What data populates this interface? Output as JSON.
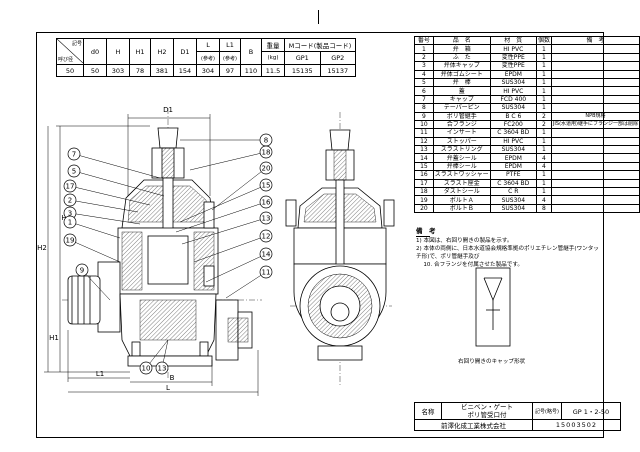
{
  "dimension_table": {
    "corner_top": "記号",
    "corner_bottom": "呼び径",
    "columns": [
      "d0",
      "H",
      "H1",
      "H2",
      "D1",
      "L",
      "L1",
      "B",
      "重量",
      "Mコード(製品コード)"
    ],
    "col_sub": {
      "L": "(参考)",
      "L1": "(参考)",
      "weight_unit": "(kg)"
    },
    "mcode_subcols": [
      "GP1",
      "GP2"
    ],
    "row": [
      "50",
      "50",
      "303",
      "78",
      "381",
      "154",
      "304",
      "97",
      "110",
      "11.5",
      "15135",
      "15137"
    ]
  },
  "parts_table": {
    "headers": [
      "番号",
      "品　名",
      "材　質",
      "個数",
      "備　考"
    ],
    "rows": [
      [
        "1",
        "弁　箱",
        "HI PVC",
        "1",
        ""
      ],
      [
        "2",
        "ふ　た",
        "変性PPE",
        "1",
        ""
      ],
      [
        "3",
        "弁体キャップ",
        "変性PPE",
        "1",
        ""
      ],
      [
        "4",
        "弁体ゴムシート",
        "EPDM",
        "1",
        ""
      ],
      [
        "5",
        "弁　棒",
        "SUS304",
        "1",
        ""
      ],
      [
        "6",
        "蓋",
        "HI PVC",
        "1",
        ""
      ],
      [
        "7",
        "キャップ",
        "FCD 400",
        "1",
        ""
      ],
      [
        "8",
        "テーパーピン",
        "SUS304",
        "1",
        ""
      ],
      [
        "9",
        "ポリ管継手",
        "B C 6",
        "2",
        "NPB規格"
      ],
      [
        "10",
        "合フランジ",
        "FC200",
        "2",
        "JIS(水道用)継手にフランジ一部は削除"
      ],
      [
        "11",
        "インサート",
        "C 3604 BD",
        "1",
        ""
      ],
      [
        "12",
        "ストッパー",
        "HI PVC",
        "1",
        ""
      ],
      [
        "13",
        "スラストリング",
        "SUS304",
        "1",
        ""
      ],
      [
        "14",
        "弁蓋シール",
        "EPDM",
        "4",
        ""
      ],
      [
        "15",
        "弁棒シール",
        "EPDM",
        "4",
        ""
      ],
      [
        "16",
        "スラストワッシャー",
        "PTFE",
        "1",
        ""
      ],
      [
        "17",
        "スラスト座金",
        "C 3604 BD",
        "1",
        ""
      ],
      [
        "18",
        "ダストシール",
        "C R",
        "1",
        ""
      ],
      [
        "19",
        "ボルトＡ",
        "SUS304",
        "4",
        ""
      ],
      [
        "20",
        "ボルトＢ",
        "SUS304",
        "8",
        ""
      ]
    ]
  },
  "notes": {
    "heading": "備　考",
    "lines": [
      "1) 本図は、右回り開きの製品を示す。",
      "2) 本体の両側に、日本水道協会規格準拠のポリエチレン管継手(ワンタッチ形)で、ポリ管継手及び",
      "　 10. 合フランジを付属させた製品です。"
    ]
  },
  "cap_caption": "右回り開きのキャップ形状",
  "title_block": {
    "name_label": "名称",
    "name_line1": "ビニベン・ゲート",
    "name_line2": "ポリ管受口付",
    "symbol_label": "記号(略号)",
    "symbol_value": "GP 1・2-50",
    "company": "前澤化成工業株式会社",
    "code": "15003502"
  },
  "drawing": {
    "callouts_left": [
      "7",
      "5",
      "17",
      "2",
      "3",
      "1",
      "19",
      "9"
    ],
    "callouts_right": [
      "8",
      "18",
      "20",
      "15",
      "16",
      "13",
      "12",
      "14",
      "11"
    ],
    "callouts_bottom": [
      "10",
      "13",
      "B",
      "L"
    ],
    "dim_labels": {
      "D1": "D1",
      "H": "H",
      "H2": "H2",
      "H1": "H1",
      "L1": "L1",
      "L": "L",
      "B": "B"
    }
  }
}
